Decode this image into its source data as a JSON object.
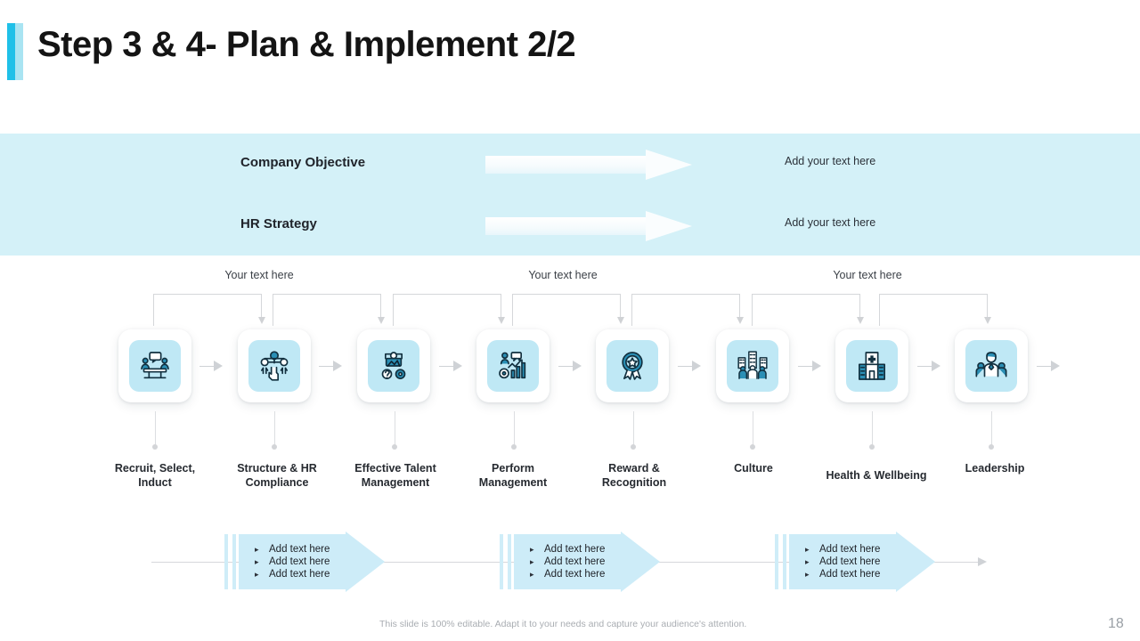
{
  "slide": {
    "title": "Step 3 & 4- Plan & Implement 2/2",
    "page_number": "18",
    "footer_note": "This slide is 100% editable. Adapt it to your needs and capture your audience's attention.",
    "accent_color": "#1fc0e8",
    "band_color": "#d4f1f8",
    "icon_tile_color": "#bfe8f5"
  },
  "band": {
    "rows": [
      {
        "label": "Company Objective",
        "arrow_icon": "right-arrow-icon",
        "text": "Add your text here"
      },
      {
        "label": "HR Strategy",
        "arrow_icon": "right-arrow-icon",
        "text": "Add your text here"
      }
    ]
  },
  "groups": [
    {
      "caption": "Your text here"
    },
    {
      "caption": "Your text here"
    },
    {
      "caption": "Your text here"
    }
  ],
  "steps": [
    {
      "label": "Recruit, Select,\nInduct",
      "icon": "meeting-table-icon"
    },
    {
      "label": "Structure & HR\nCompliance",
      "icon": "org-structure-hand-icon"
    },
    {
      "label": "Effective Talent\nManagement",
      "icon": "talent-idea-gear-icon"
    },
    {
      "label": "Perform\nManagement",
      "icon": "performance-chart-icon"
    },
    {
      "label": "Reward &\nRecognition",
      "icon": "award-ribbon-icon"
    },
    {
      "label": "Culture",
      "icon": "people-buildings-icon"
    },
    {
      "label": "Health & Wellbeing",
      "icon": "hospital-icon"
    },
    {
      "label": "Leadership",
      "icon": "leadership-team-icon"
    }
  ],
  "bottom_arrows": [
    {
      "items": [
        "Add text here",
        "Add text here",
        "Add text here"
      ]
    },
    {
      "items": [
        "Add text here",
        "Add text here",
        "Add text here"
      ]
    },
    {
      "items": [
        "Add text here",
        "Add text here",
        "Add text here"
      ]
    }
  ]
}
